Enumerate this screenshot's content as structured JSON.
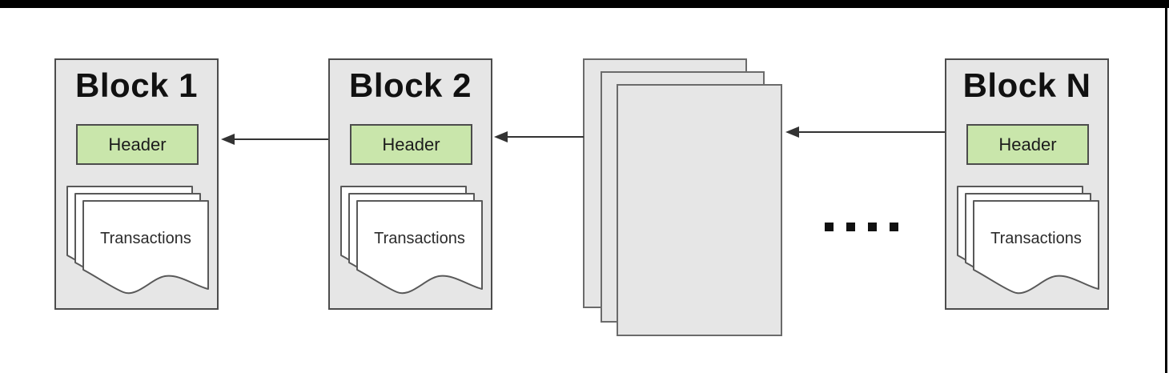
{
  "frame": {
    "background": "#ffffff",
    "top_bar_color": "#000000",
    "right_line_color": "#000000"
  },
  "diagram": {
    "type": "blockchain-chain-of-blocks",
    "blocks": [
      {
        "title": "Block 1",
        "header_label": "Header",
        "transactions_label": "Transactions"
      },
      {
        "title": "Block 2",
        "header_label": "Header",
        "transactions_label": "Transactions"
      },
      {
        "title": "Block N",
        "header_label": "Header",
        "transactions_label": "Transactions"
      }
    ],
    "hidden_blocks_stack_pages": 3,
    "ellipsis_dot_count": 4,
    "colors": {
      "block_fill": "#e6e6e6",
      "block_border": "#4c4c4c",
      "header_fill": "#c9e6ab",
      "header_border": "#4c4c4c",
      "stack_fill": "#e6e6e6",
      "stack_border": "#6b6b6b",
      "page_fill": "#ffffff",
      "page_border": "#595959",
      "arrow_color": "#333333",
      "dot_color": "#111111",
      "text_color": "#111111"
    }
  }
}
